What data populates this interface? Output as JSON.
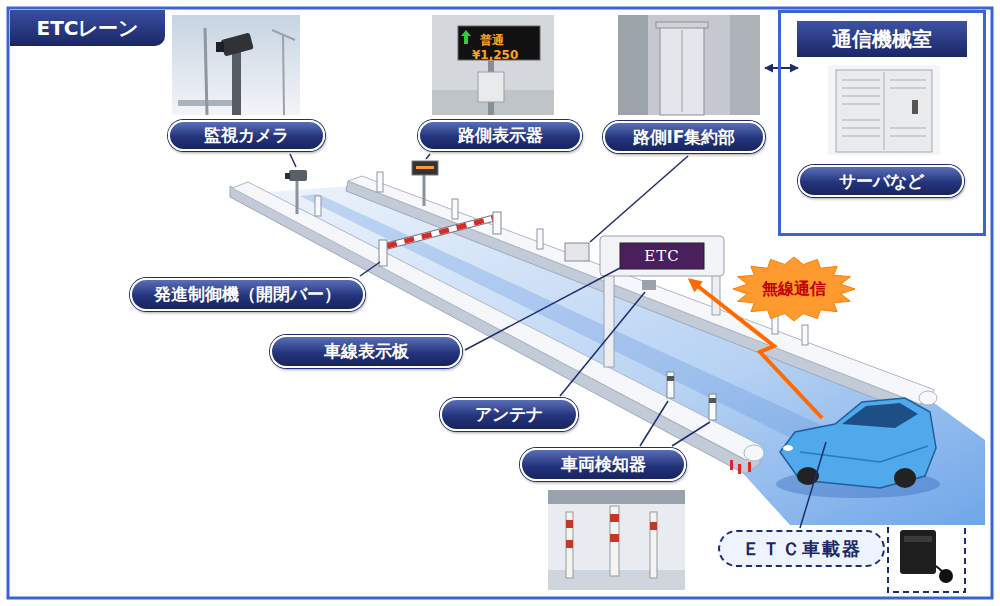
{
  "diagram": {
    "title": "ETCレーン",
    "nodes": [
      {
        "text": [
          "監視カメラ"
        ]
      },
      {
        "text": [
          "路側表示器"
        ]
      },
      {
        "text": [
          "路側IF集約部"
        ]
      },
      {
        "text": [
          "通信機械室"
        ]
      },
      {
        "text": [
          "サーバなど"
        ],
        "in": 3
      },
      {
        "text": [
          "無線通信"
        ]
      },
      {
        "text": [
          "発進制御機（開閉バー）"
        ]
      },
      {
        "text": [
          "車線表示板"
        ]
      },
      {
        "text": [
          "アンテナ"
        ]
      },
      {
        "text": [
          "車両検知器"
        ]
      },
      {
        "text": [
          "ＥＴＣ車載器"
        ]
      }
    ],
    "edges": [
      {
        "from": 2,
        "to": 4,
        "arrow": "both"
      }
    ],
    "labels": [
      "普通",
      "¥1,250",
      "ETC"
    ]
  }
}
